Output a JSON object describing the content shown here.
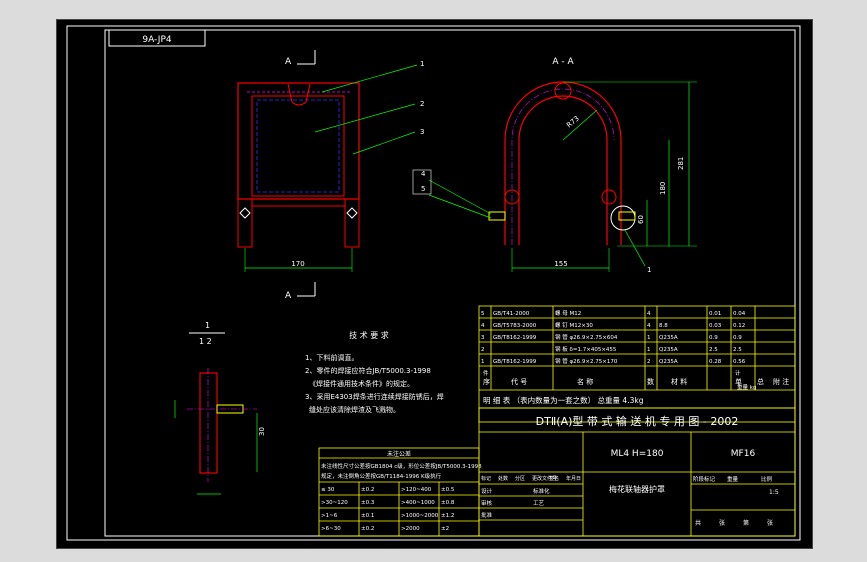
{
  "colors": {
    "background": "#000000",
    "frame": "#ffffff",
    "title_block": "#ffff00",
    "part_red": "#ff0000",
    "hidden_blue": "#3333ff",
    "dim_green": "#00ff00",
    "centerline_magenta": "#ff00ff",
    "chrome": "#dcdcdc"
  },
  "stamp": "9A-JP4",
  "views": {
    "section_marker_top": "A",
    "section_marker_bottom": "A",
    "section_title": "A - A",
    "front_dim_width": "170",
    "section_dim_width": "155",
    "section_dim_radius": "R73",
    "section_dim_height_1": "281",
    "section_dim_height_2": "180",
    "section_dim_height_3": "60",
    "callouts": [
      "1",
      "2",
      "3",
      "4",
      "5",
      "1"
    ],
    "detail_label_num": "1",
    "detail_label_scale": "1 2",
    "detail_dim": "30"
  },
  "notes": {
    "title": "技 术 要 求",
    "lines": [
      "1、下料前调直。",
      "2、零件的焊接应符合JB/T5000.3-1998",
      "《焊接件通用技术条件》的规定。",
      "3、采用E4303焊条进行连续焊接防锈后，焊",
      "缝处应该清除焊渣及飞溅物。"
    ]
  },
  "tolerance_table": {
    "title": "未注公差",
    "note_lines": [
      "未注线性尺寸公差按GB1804 c级，形位公差按JB/T5000.3-1998",
      "规定，未注倒角公差按GB/T1184-1996 K级执行"
    ],
    "rows": [
      [
        "≤ 30",
        "±0.2",
        ">120~400",
        "±0.5"
      ],
      [
        ">30~120",
        "±0.3",
        ">400~1000",
        "±0.8"
      ],
      [
        ">1~6",
        "±0.1",
        ">1000~2000",
        "±1.2"
      ],
      [
        ">6~30",
        "±0.2",
        ">2000",
        "±2"
      ]
    ]
  },
  "bom": {
    "rows": [
      [
        "5",
        "GB/T41-2000",
        "螺 母 M12",
        "4",
        "",
        "0.01",
        "0.04",
        ""
      ],
      [
        "4",
        "GB/T5783-2000",
        "螺 钉 M12×30",
        "4",
        "8.8",
        "0.03",
        "0.12",
        ""
      ],
      [
        "3",
        "GB/T8162-1999",
        "钢 管 φ26.9×2.75×604",
        "1",
        "Q235A",
        "0.9",
        "0.9",
        ""
      ],
      [
        "2",
        "",
        "钢 板 δ=1.7×405×455",
        "1",
        "Q235A",
        "2.5",
        "2.5",
        ""
      ],
      [
        "1",
        "GB/T8162-1999",
        "钢 管 φ26.9×2.75×170",
        "2",
        "Q235A",
        "0.28",
        "0.56",
        ""
      ]
    ],
    "header": [
      "序",
      "代  号",
      "名    称",
      "数",
      "材   料",
      "单",
      "总",
      "附  注"
    ],
    "header_sub": [
      "件",
      "计",
      "重量 kg"
    ],
    "extra": "明   细   表   （表内数量为一套之数）   总重量   4.3kg"
  },
  "title_block": {
    "main_title": "DTⅡ(A)型  带 式 输 送 机 专 用 图 - 2002",
    "spec": "ML4  H=180",
    "drawing_no": "MF16",
    "part_name": "梅花联轴器护罩",
    "left_labels": [
      "标记",
      "处数",
      "分区",
      "更改文件号",
      "签名",
      "年月日"
    ],
    "role_labels": [
      "设计",
      "标准化",
      "审核",
      "工艺",
      "批准"
    ],
    "stage_labels": [
      "阶段标记",
      "重量",
      "比例"
    ],
    "scale_value": "1:5",
    "sheet_labels": [
      "共",
      "张",
      "第",
      "张"
    ]
  }
}
